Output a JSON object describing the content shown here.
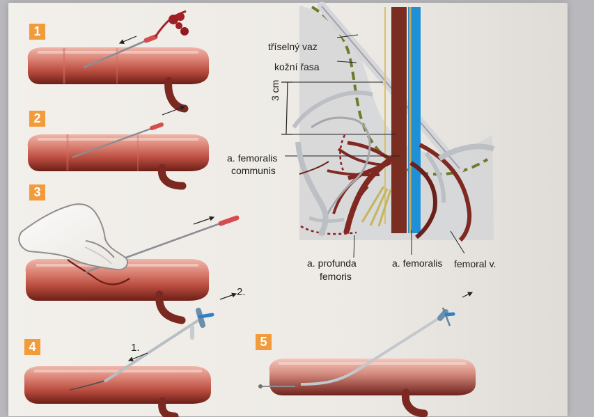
{
  "steps": {
    "one": "1",
    "two": "2",
    "three": "3",
    "four": "4",
    "five": "5"
  },
  "labels": {
    "trisena_vaz": "tříselný vaz",
    "kozni_rasa": "kožní řasa",
    "distance": "3 cm",
    "a_femoralis_communis_1": "a. femoralis",
    "a_femoralis_communis_2": "communis",
    "a_profunda_1": "a. profunda",
    "a_profunda_2": "femoris",
    "a_femoralis": "a. femoralis",
    "femoral_v": "femoral v."
  },
  "annotations": {
    "first": "1.",
    "second": "2."
  },
  "colors": {
    "badge": "#f29b3b",
    "artery": "#8d2d21",
    "vessel_pink": "#c96e63",
    "vein": "#1f8fd8",
    "dashed_line": "#6c7a2a"
  }
}
